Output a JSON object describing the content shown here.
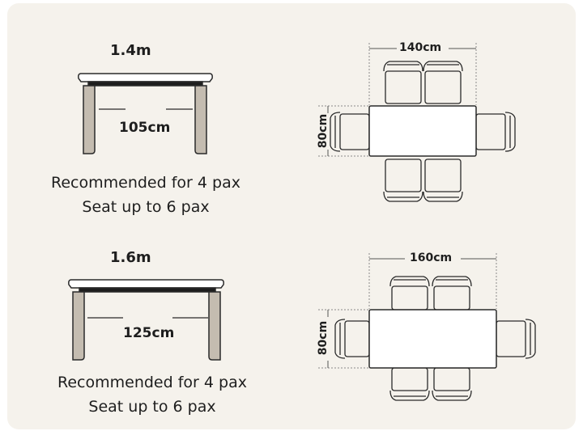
{
  "tables": [
    {
      "length_label": "1.4m",
      "leg_width_label": "105cm",
      "recommended_line": "Recommended for 4 pax",
      "seat_line": "Seat up to 6 pax",
      "plan_length_label": "140cm",
      "plan_width_label": "80cm"
    },
    {
      "length_label": "1.6m",
      "leg_width_label": "125cm",
      "recommended_line": "Recommended for 4 pax",
      "seat_line": "Seat up to 6 pax",
      "plan_length_label": "160cm",
      "plan_width_label": "80cm"
    }
  ],
  "colors": {
    "background": "#f5f2ec",
    "leg": "#c4bcb0",
    "outline": "#2a2a2a",
    "table_band": "#1e1e1e"
  }
}
